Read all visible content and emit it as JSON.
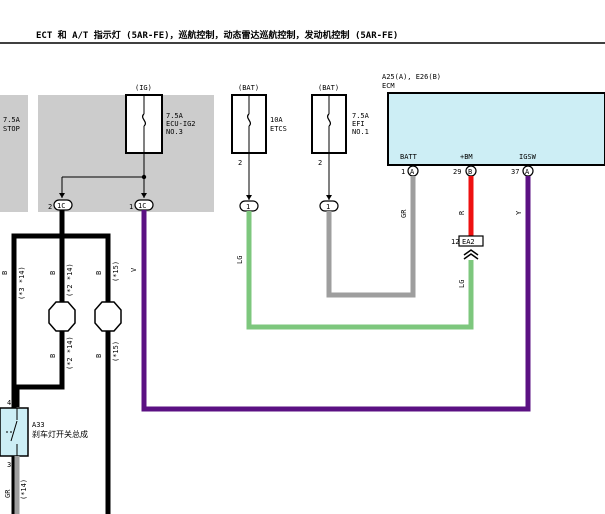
{
  "title": "ECT 和 A/T 指示灯 (5AR-FE)，巡航控制，动态雷达巡航控制，发动机控制 (5AR-FE)",
  "colors": {
    "black": "#000000",
    "gray_wire": "#9e9e9e",
    "green_wire": "#7dc77d",
    "red_wire": "#ee1111",
    "violet_wire": "#5b1183",
    "box_gray": "#cccccc",
    "ecm_fill": "#cdeef5"
  },
  "left_box": {
    "rating": "7.5A",
    "name": "STOP"
  },
  "fuse_ig": {
    "source": "(IG)",
    "rating": "7.5A",
    "name": "ECU-IG2",
    "number": "NO.3",
    "pin_left": "2",
    "conn_left": "1C",
    "pin_right": "1",
    "conn_right": "1C"
  },
  "fuse_etcs": {
    "source": "(BAT)",
    "rating": "10A",
    "name": "ETCS",
    "pin": "2",
    "conn": "1"
  },
  "fuse_efi": {
    "source": "(BAT)",
    "rating": "7.5A",
    "name": "EFI",
    "number": "NO.1",
    "pin": "2",
    "conn": "1"
  },
  "ecm": {
    "ref": "A25(A), E26(B)",
    "name": "ECM",
    "pins": [
      {
        "label": "BATT",
        "num": "1",
        "conn": "A"
      },
      {
        "label": "+BM",
        "num": "29",
        "conn": "B"
      },
      {
        "label": "IGSW",
        "num": "37",
        "conn": "A"
      }
    ]
  },
  "ea2": {
    "pin": "12",
    "name": "EA2"
  },
  "wires": {
    "b_left": "B",
    "b_left_note": "(*3 *14)",
    "b_mid": "B",
    "b_mid_note": "(*2 *14)",
    "b_mid_low": "B",
    "b_mid_low_note": "(*2 *14)",
    "b_right": "B",
    "b_right_note": "(*15)",
    "b_right_low": "B",
    "b_right_low_note": "(*15)",
    "v_left": "V",
    "lg_etcs": "LG",
    "gr_ecm": "GR",
    "r_ecm": "R",
    "lg_ea2": "LG",
    "y_ecm": "Y",
    "gr_bottom": "GR",
    "gr_bottom_note": "(*14)"
  },
  "a33": {
    "id": "A33",
    "name": "刹车灯开关总成",
    "pin_top": "4",
    "pin_bottom": "3"
  }
}
